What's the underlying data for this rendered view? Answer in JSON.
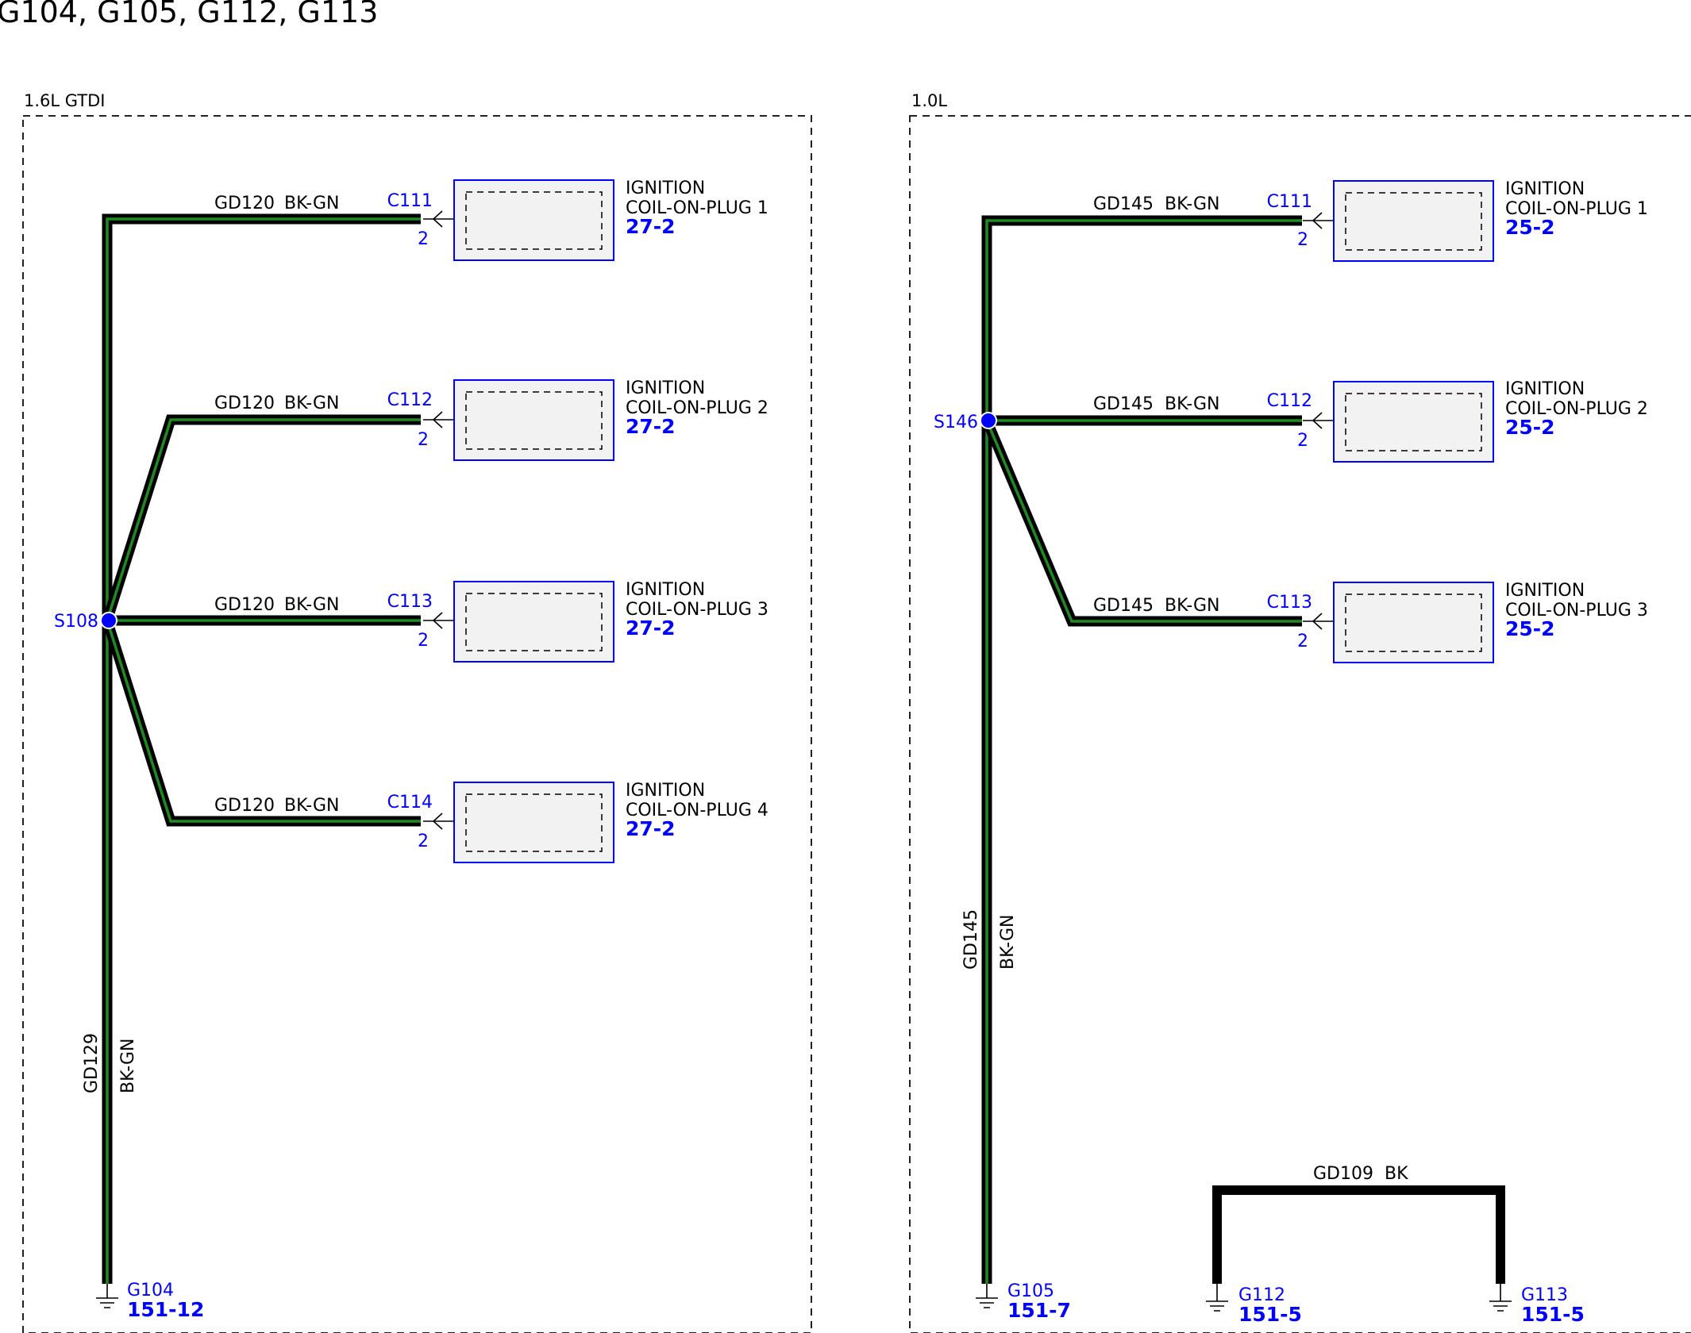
{
  "title": "G104, G105, G112, G113",
  "panels": {
    "left": {
      "label": "1.6L GTDI",
      "splice": "S108",
      "trunk": {
        "circuit": "GD129",
        "color": "BK-GN"
      },
      "branches": [
        {
          "circuit": "GD120",
          "color": "BK-GN",
          "connector": "C111",
          "pin": "2",
          "component_line1": "IGNITION",
          "component_line2": "COIL-ON-PLUG 1",
          "ref": "27-2"
        },
        {
          "circuit": "GD120",
          "color": "BK-GN",
          "connector": "C112",
          "pin": "2",
          "component_line1": "IGNITION",
          "component_line2": "COIL-ON-PLUG 2",
          "ref": "27-2"
        },
        {
          "circuit": "GD120",
          "color": "BK-GN",
          "connector": "C113",
          "pin": "2",
          "component_line1": "IGNITION",
          "component_line2": "COIL-ON-PLUG 3",
          "ref": "27-2"
        },
        {
          "circuit": "GD120",
          "color": "BK-GN",
          "connector": "C114",
          "pin": "2",
          "component_line1": "IGNITION",
          "component_line2": "COIL-ON-PLUG 4",
          "ref": "27-2"
        }
      ],
      "ground": {
        "name": "G104",
        "ref": "151-12"
      }
    },
    "right": {
      "label": "1.0L",
      "splice": "S146",
      "trunk": {
        "circuit": "GD145",
        "color": "BK-GN"
      },
      "branches": [
        {
          "circuit": "GD145",
          "color": "BK-GN",
          "connector": "C111",
          "pin": "2",
          "component_line1": "IGNITION",
          "component_line2": "COIL-ON-PLUG 1",
          "ref": "25-2"
        },
        {
          "circuit": "GD145",
          "color": "BK-GN",
          "connector": "C112",
          "pin": "2",
          "component_line1": "IGNITION",
          "component_line2": "COIL-ON-PLUG 2",
          "ref": "25-2"
        },
        {
          "circuit": "GD145",
          "color": "BK-GN",
          "connector": "C113",
          "pin": "2",
          "component_line1": "IGNITION",
          "component_line2": "COIL-ON-PLUG 3",
          "ref": "25-2"
        }
      ],
      "ground": {
        "name": "G105",
        "ref": "151-7"
      },
      "jumper": {
        "circuit": "GD109",
        "color": "BK",
        "ground_a": {
          "name": "G112",
          "ref": "151-5"
        },
        "ground_b": {
          "name": "G113",
          "ref": "151-5"
        }
      }
    }
  },
  "colors": {
    "wire_stripe": "#1f8a1f",
    "wire_base": "#000000",
    "reference_blue": "#0000ff",
    "component_fill": "#f2f2f2"
  }
}
